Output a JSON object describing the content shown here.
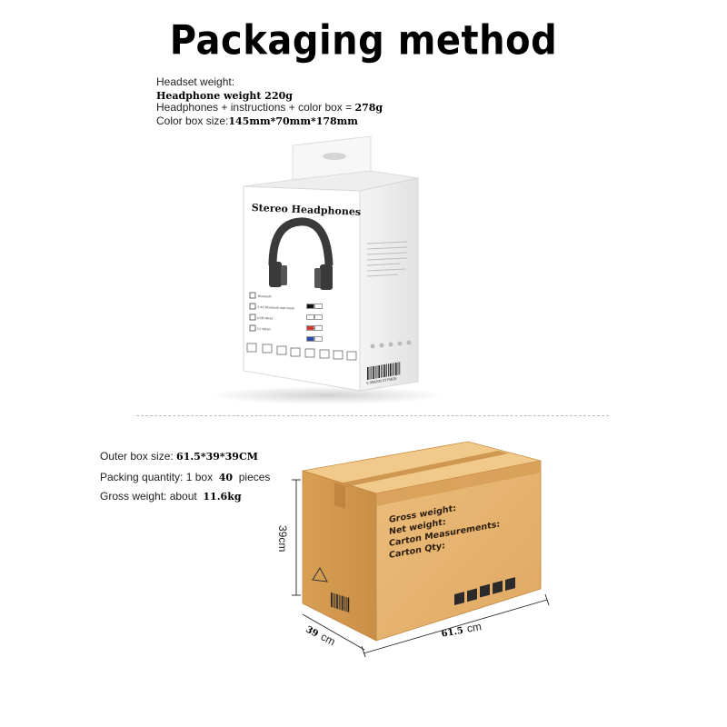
{
  "title": "Packaging method",
  "headset": {
    "heading": "Headset weight:",
    "headphone_weight_label": "Headphone weight 220g",
    "combo_label": "Headphones + instructions + color box = ",
    "combo_value": "278g",
    "size_label": "Color box size:",
    "size_value": "145mm*70mm*178mm"
  },
  "color_box": {
    "front_title": "Stereo  Headphones",
    "options": [
      "Bluetooth",
      "2.4G Bluetooth dual mode",
      "USB Wired",
      "3.5 Wired"
    ],
    "swatches": [
      "#111111",
      "#ffffff",
      "#d33a2c",
      "#2a4aa8"
    ],
    "barcode_number": "6 958200 0770626"
  },
  "carton_info": {
    "outer_size_label": "Outer box size:",
    "outer_size_value": "61.5*39*39CM",
    "packing_qty_label": "Packing quantity: 1 box",
    "packing_qty_value": "40",
    "packing_qty_unit": "pieces",
    "gross_weight_label": "Gross weight: about",
    "gross_weight_value": "11.6kg"
  },
  "carton": {
    "lines": [
      "Gross weight:",
      "Net weight:",
      "Carton Measurements:",
      "Carton Qty:"
    ],
    "height_dim": "39cm",
    "depth_num": "39",
    "depth_unit": "cm",
    "width_num": "61.5",
    "width_unit": "cm"
  },
  "colors": {
    "carton_front": "#e8b56e",
    "carton_top": "#f0c98a",
    "carton_side": "#d59c4f",
    "tape": "#c9924a"
  }
}
